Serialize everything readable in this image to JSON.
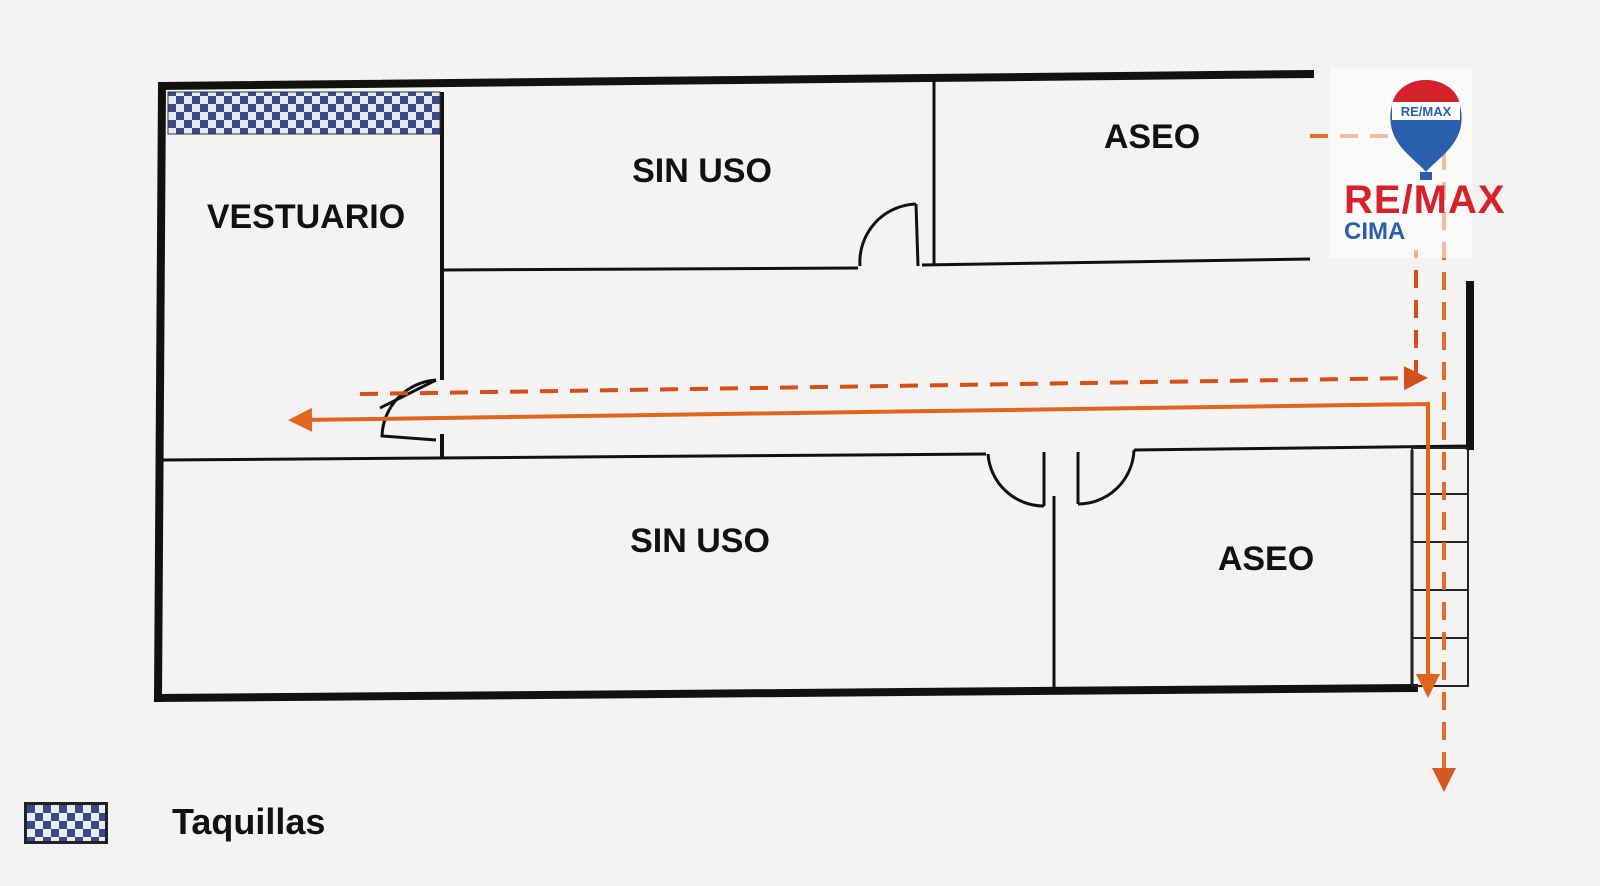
{
  "rooms": {
    "vestuario": "VESTUARIO",
    "sin_uso_top": "SIN USO",
    "aseo_top": "ASEO",
    "sin_uso_bottom": "SIN USO",
    "aseo_bottom": "ASEO"
  },
  "legend": {
    "taquillas_label": "Taquillas"
  },
  "logo": {
    "badge_text": "RE/MAX",
    "brand_text": "RE/MAX",
    "office_text": "CIMA"
  },
  "colors": {
    "wall": "#111111",
    "route_solid": "#e0661f",
    "route_dashed": "#d4501a",
    "locker_pattern": "#3a4a86",
    "logo_red": "#d4232c",
    "logo_blue": "#2a5fad"
  }
}
